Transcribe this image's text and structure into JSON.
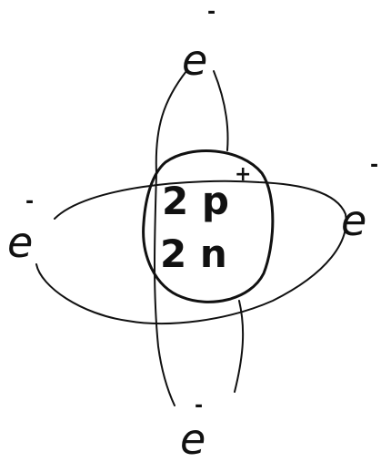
{
  "diagram": {
    "nucleus": {
      "protons": "2 p",
      "proton_charge": "+",
      "neutrons": "2 n"
    },
    "electrons": {
      "symbol": "e",
      "charge": "-",
      "top": {
        "symbol": "e",
        "charge": "-"
      },
      "left": {
        "symbol": "e",
        "charge": "-"
      },
      "right": {
        "symbol": "e",
        "charge": "-"
      },
      "bottom": {
        "symbol": "e",
        "charge": "-"
      }
    }
  }
}
